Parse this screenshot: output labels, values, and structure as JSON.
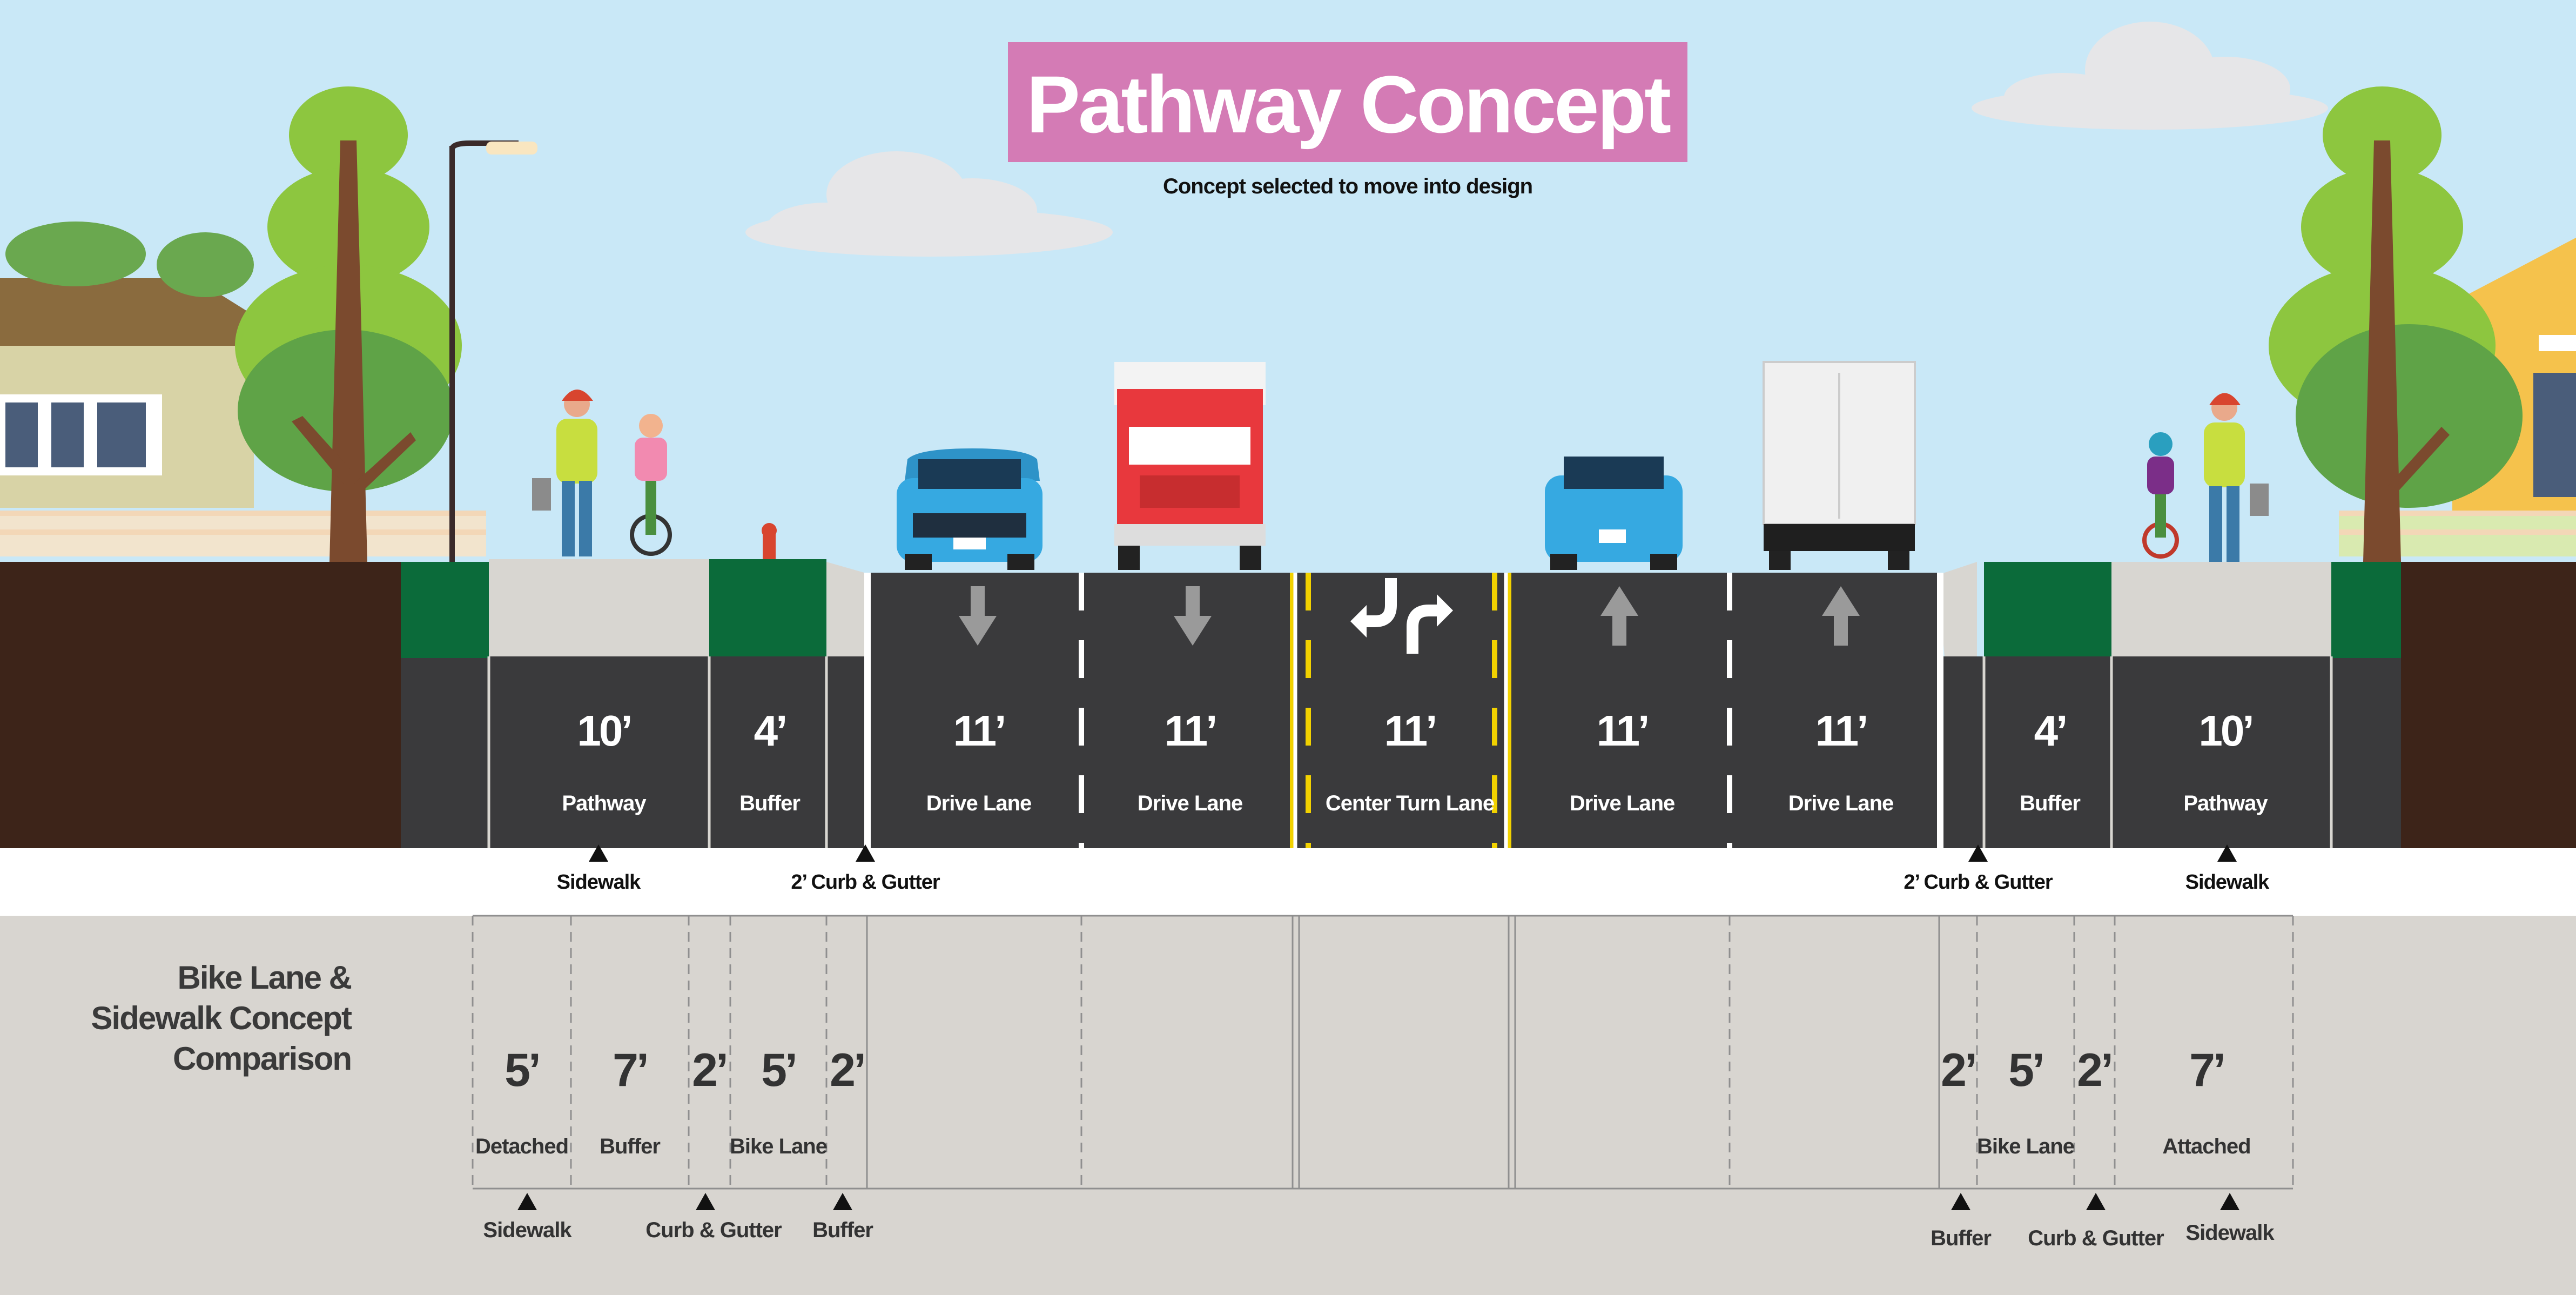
{
  "title": "Pathway Concept",
  "subtitle": "Concept selected to move into design",
  "colors": {
    "sky": "#c9e8f7",
    "title_bg": "#d47bb5",
    "asphalt": "#3a3a3c",
    "buffer_green": "#0b6b3a",
    "concrete": "#d8d6d1",
    "soil": "#3d2419",
    "lane_yellow": "#f2d200",
    "comparison_bg": "#d8d5d0"
  },
  "main_section": {
    "lanes": [
      {
        "width": "10’",
        "label": "Pathway"
      },
      {
        "width": "4’",
        "label": "Buffer"
      },
      {
        "width": "11’",
        "label": "Drive Lane"
      },
      {
        "width": "11’",
        "label": "Drive Lane"
      },
      {
        "width": "11’",
        "label": "Center Turn Lane"
      },
      {
        "width": "11’",
        "label": "Drive Lane"
      },
      {
        "width": "11’",
        "label": "Drive Lane"
      },
      {
        "width": "4’",
        "label": "Buffer"
      },
      {
        "width": "10’",
        "label": "Pathway"
      }
    ],
    "callouts": [
      "Sidewalk",
      "2’ Curb & Gutter",
      "2’ Curb & Gutter",
      "Sidewalk"
    ]
  },
  "comparison": {
    "title_lines": [
      "Bike Lane &",
      "Sidewalk Concept",
      "Comparison"
    ],
    "left": [
      {
        "width": "5’",
        "label": "Detached"
      },
      {
        "width": "7’",
        "label": "Buffer"
      },
      {
        "width": "2’",
        "label": ""
      },
      {
        "width": "5’",
        "label": "Bike Lane"
      },
      {
        "width": "2’",
        "label": ""
      }
    ],
    "right": [
      {
        "width": "2’",
        "label": ""
      },
      {
        "width": "5’",
        "label": "Bike Lane"
      },
      {
        "width": "2’",
        "label": ""
      },
      {
        "width": "7’",
        "label": "Attached"
      }
    ],
    "callouts": [
      "Sidewalk",
      "Curb & Gutter",
      "Buffer",
      "Buffer",
      "Curb & Gutter",
      "Sidewalk"
    ]
  }
}
